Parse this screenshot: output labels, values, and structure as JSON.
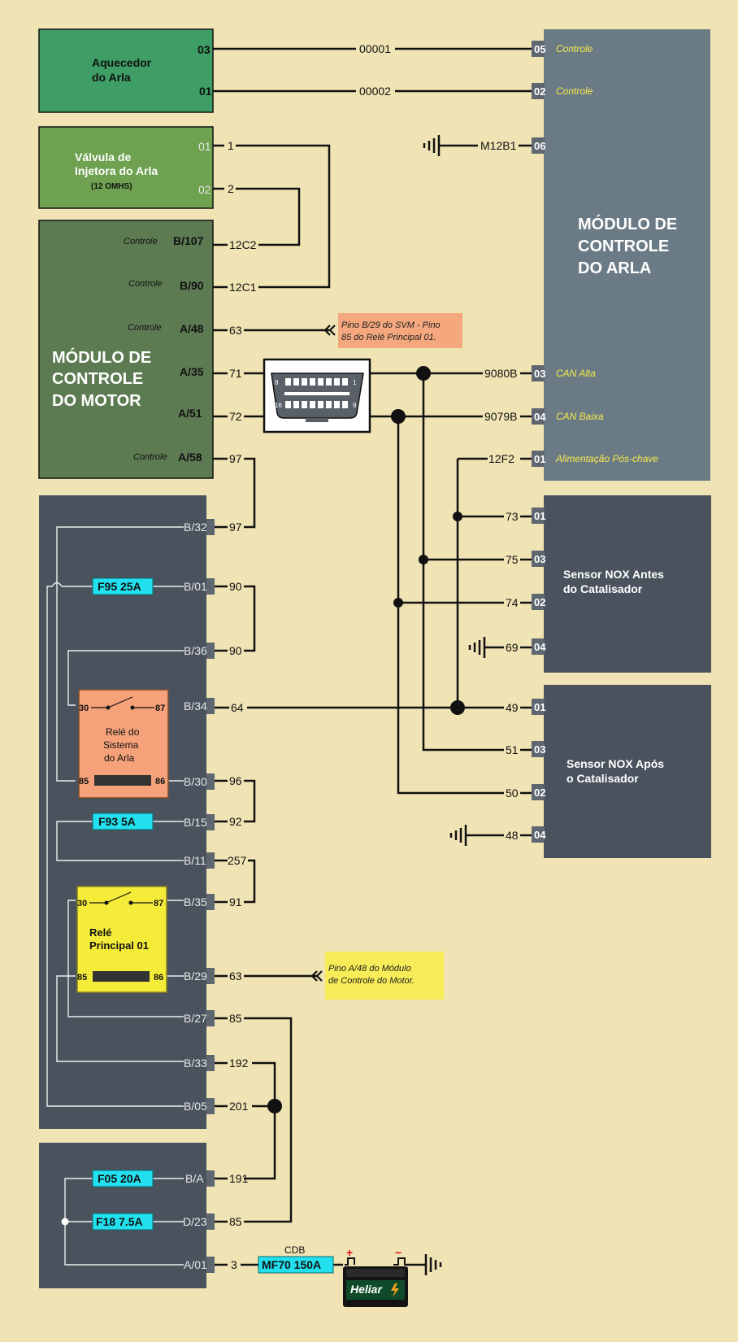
{
  "modules": {
    "heater": {
      "title_l1": "Aquecedor",
      "title_l2": "do Arla",
      "pin1": "03",
      "pin2": "01"
    },
    "valve": {
      "title_l1": "Válvula de",
      "title_l2": "Injetora do Arla",
      "title_l3": "(12 OMHS)",
      "pin1": "01",
      "pin2": "02"
    },
    "engine": {
      "title_l1": "MÓDULO DE",
      "title_l2": "CONTROLE",
      "title_l3": "DO MOTOR",
      "pins": [
        {
          "label": "Controle",
          "pin": "B/107"
        },
        {
          "label": "Controle",
          "pin": "B/90"
        },
        {
          "label": "Controle",
          "pin": "A/48"
        },
        {
          "label": "",
          "pin": "A/35"
        },
        {
          "label": "",
          "pin": "A/51"
        },
        {
          "label": "Controle",
          "pin": "A/58"
        }
      ]
    },
    "arla": {
      "title_l1": "MÓDULO DE",
      "title_l2": "CONTROLE",
      "title_l3": "DO ARLA",
      "pins": [
        {
          "pin": "05",
          "desc": "Controle"
        },
        {
          "pin": "02",
          "desc": "Controle"
        },
        {
          "pin": "06",
          "desc": ""
        },
        {
          "pin": "03",
          "desc": "CAN Alta"
        },
        {
          "pin": "04",
          "desc": "CAN Baixa"
        },
        {
          "pin": "01",
          "desc": "Alimentação Pós-chave"
        }
      ]
    },
    "nox_before": {
      "title_l1": "Sensor NOX Antes",
      "title_l2": "do Catalisador",
      "pins": [
        "01",
        "03",
        "02",
        "04"
      ]
    },
    "nox_after": {
      "title_l1": "Sensor NOX Após",
      "title_l2": "o Catalisador",
      "pins": [
        "01",
        "03",
        "02",
        "04"
      ]
    },
    "svm": {
      "pins": [
        "B/32",
        "B/01",
        "B/36",
        "B/34",
        "B/30",
        "B/15",
        "B/11",
        "B/35",
        "B/29",
        "B/27",
        "B/33",
        "B/05"
      ],
      "fuses": [
        "F95 25A",
        "F93 5A"
      ],
      "relay_arla": {
        "l1": "Relé do",
        "l2": "Sistema",
        "l3": "do Arla",
        "p30": "30",
        "p87": "87",
        "p85": "85",
        "p86": "86"
      },
      "relay_main": {
        "l1": "Relé",
        "l2": "Principal 01",
        "p30": "30",
        "p87": "87",
        "p85": "85",
        "p86": "86"
      }
    },
    "fusebox": {
      "pins": [
        "B/A",
        "D/23",
        "A/01"
      ],
      "fuses": [
        "F05 20A",
        "F18 7.5A"
      ]
    }
  },
  "wires": {
    "w00001": "00001",
    "w00002": "00002",
    "m12b1": "M12B1",
    "v1": "1",
    "v2": "2",
    "c12c2": "12C2",
    "c12c1": "12C1",
    "w63": "63",
    "w71": "71",
    "w72": "72",
    "w97": "97",
    "can_h": "9080B",
    "can_l": "9079B",
    "f12f2": "12F2",
    "n73": "73",
    "n75": "75",
    "n74": "74",
    "n69": "69",
    "n49": "49",
    "n51": "51",
    "n50": "50",
    "n48": "48",
    "w97b": "97",
    "w90a": "90",
    "w90b": "90",
    "w64": "64",
    "w96": "96",
    "w92": "92",
    "w257": "257",
    "w91": "91",
    "w63b": "63",
    "w85": "85",
    "w192": "192",
    "w201": "201",
    "w191": "191",
    "w85b": "85",
    "w3": "3"
  },
  "notes": {
    "note1_l1": "Pino B/29 do SVM - Pino",
    "note1_l2": "85 do Relé Principal 01.",
    "note2_l1": "Pino A/48 do Módulo",
    "note2_l2": "de Controle do Motor."
  },
  "battery": {
    "cdb": "CDB",
    "fuse": "MF70 150A",
    "brand": "Heliar",
    "plus": "+",
    "minus": "−"
  },
  "obd": {
    "p8": "8",
    "p1": "1",
    "p16": "16",
    "p9": "9"
  },
  "colors": {
    "background": "#f0e3b4",
    "heater": "#3e9e65",
    "valve": "#6ea150",
    "engine": "#5d7b52",
    "arla": "#6b7b86",
    "dark": "#4a535d",
    "fuse": "#22e0ee",
    "relay_orange": "#f5a27a",
    "relay_yellow": "#f5ec3a",
    "note_orange": "#f5a87e",
    "note_yellow": "#f8ec58"
  }
}
